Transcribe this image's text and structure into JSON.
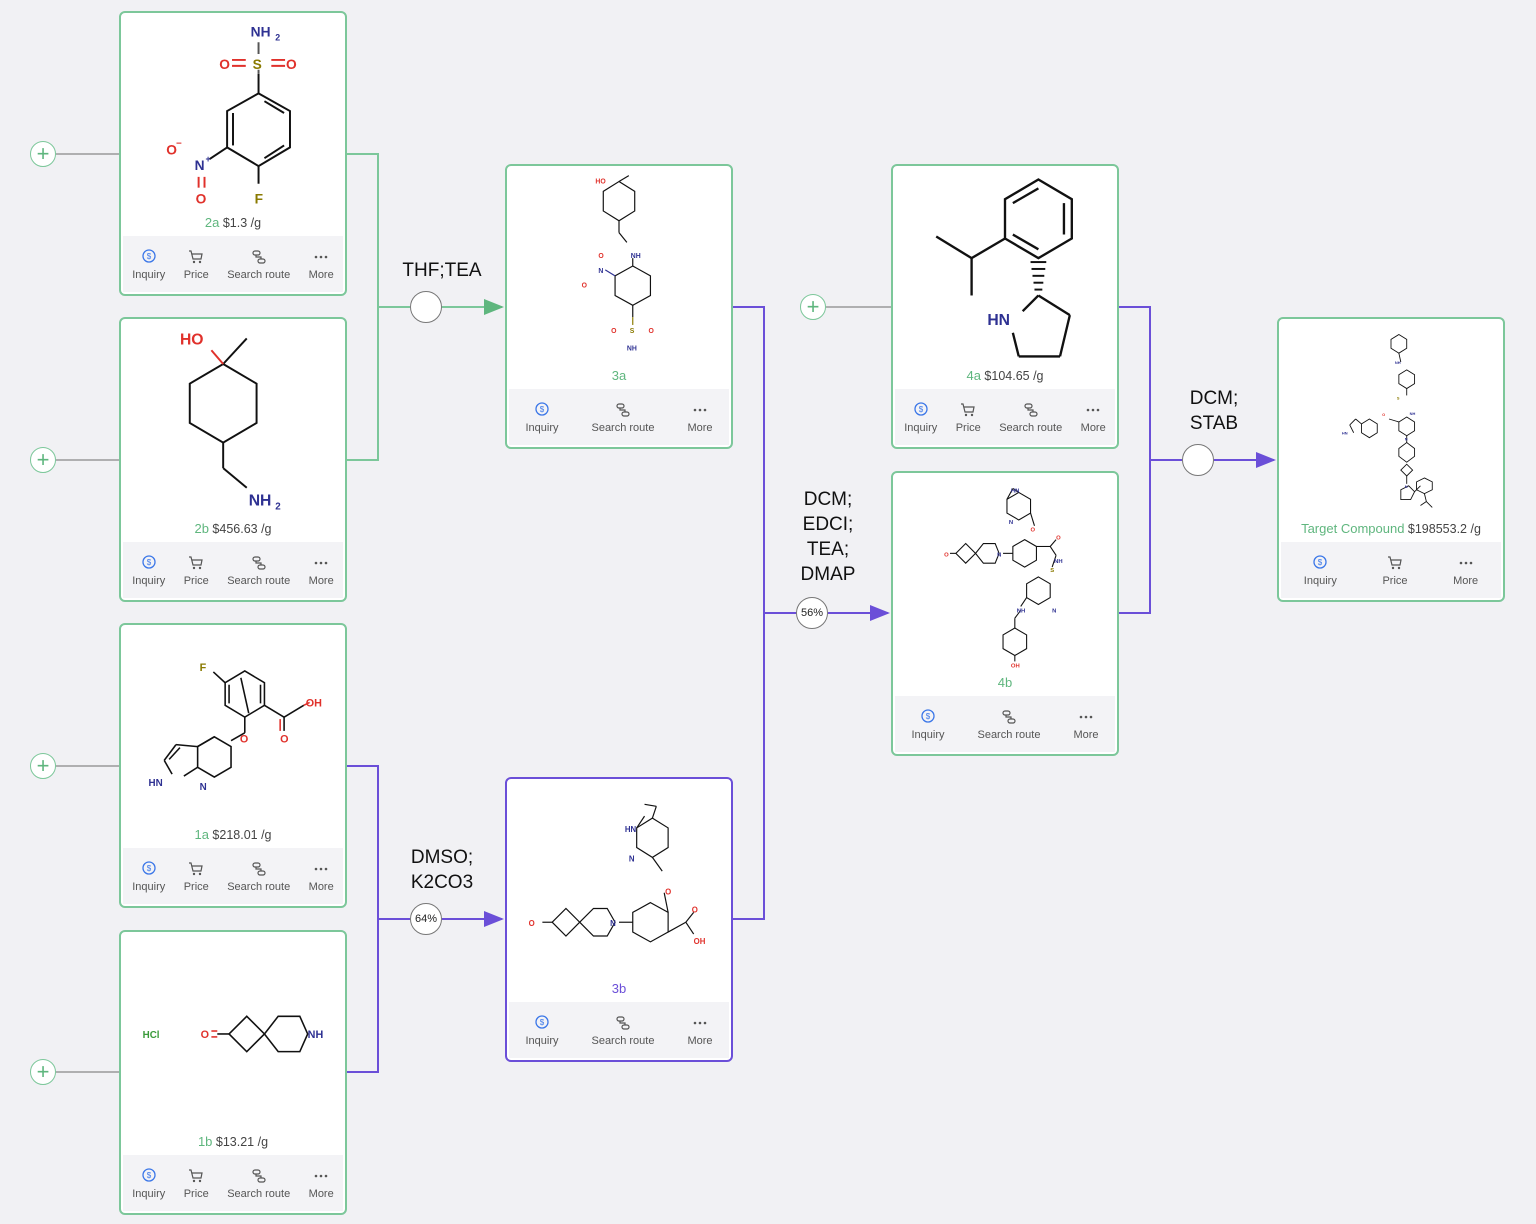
{
  "actions": {
    "inquiry": "Inquiry",
    "price": "Price",
    "search_route": "Search route",
    "more": "More"
  },
  "compounds": {
    "c2a": {
      "id": "2a",
      "price": "$1.3 /g"
    },
    "c2b": {
      "id": "2b",
      "price": "$456.63 /g"
    },
    "c1a": {
      "id": "1a",
      "price": "$218.01 /g"
    },
    "c1b": {
      "id": "1b",
      "price": "$13.21 /g"
    },
    "c3a": {
      "id": "3a"
    },
    "c3b": {
      "id": "3b"
    },
    "c4a": {
      "id": "4a",
      "price": "$104.65 /g"
    },
    "c4b": {
      "id": "4b"
    },
    "target": {
      "id": "Target Compound",
      "price": "$198553.2 /g"
    }
  },
  "atoms": {
    "nh2": "NH",
    "two": "2",
    "o": "O",
    "s": "S",
    "n": "N",
    "plus": "+",
    "minus": "−",
    "f": "F",
    "ho": "HO",
    "oh": "OH",
    "hn": "HN",
    "nh": "NH",
    "hcl": "HCl"
  },
  "reactions": {
    "r1": {
      "line1": "THF;TEA"
    },
    "r2": {
      "line1": "DMSO;",
      "line2": "K2CO3",
      "yield": "64%"
    },
    "r3": {
      "line1": "DCM;",
      "line2": "EDCI;",
      "line3": "TEA;",
      "line4": "DMAP",
      "yield": "56%"
    },
    "r4": {
      "line1": "DCM;",
      "line2": "STAB"
    }
  },
  "colors": {
    "green": "#5fb67e",
    "purple": "#6b4fd8",
    "nitrogen": "#2e3192",
    "oxygen": "#e0312b",
    "sulfur": "#8a7a00",
    "fluorine": "#8a7a00"
  }
}
